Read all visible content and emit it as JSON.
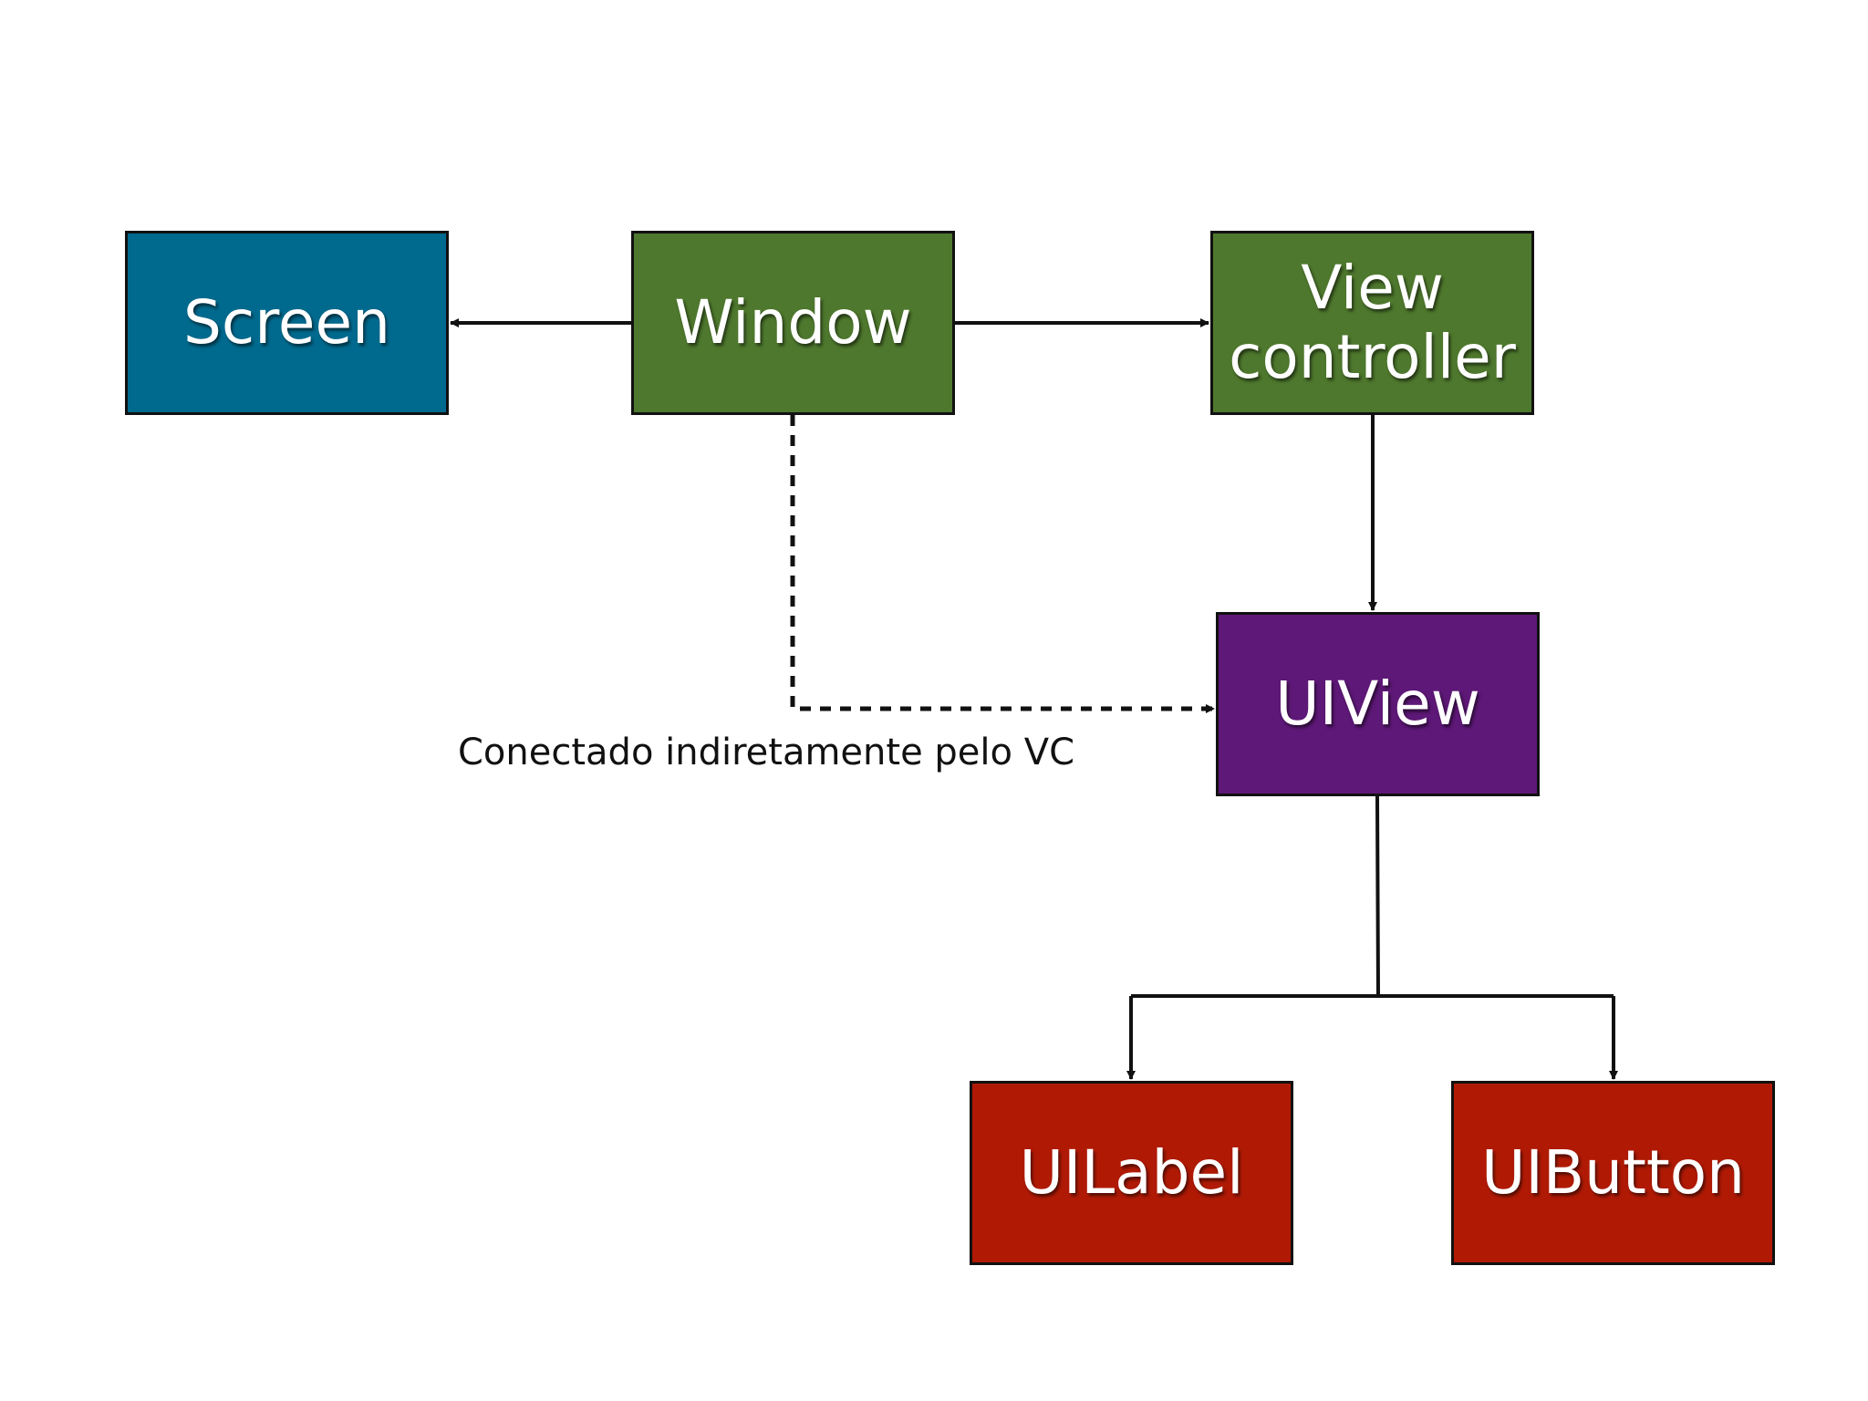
{
  "diagram": {
    "nodes": [
      {
        "id": "screen",
        "label": "Screen",
        "color": "#006a8e"
      },
      {
        "id": "window",
        "label": "Window",
        "color": "#4e782d"
      },
      {
        "id": "view_controller",
        "label": "View controller",
        "color": "#4e782d"
      },
      {
        "id": "uiview",
        "label": "UIView",
        "color": "#5e1877"
      },
      {
        "id": "uilabel",
        "label": "UILabel",
        "color": "#b01a05"
      },
      {
        "id": "uibutton",
        "label": "UIButton",
        "color": "#b01a05"
      }
    ],
    "edges": [
      {
        "from": "window",
        "to": "screen",
        "style": "solid"
      },
      {
        "from": "window",
        "to": "view_controller",
        "style": "solid"
      },
      {
        "from": "view_controller",
        "to": "uiview",
        "style": "solid"
      },
      {
        "from": "window",
        "to": "uiview",
        "style": "dashed",
        "label": "Conectado indiretamente pelo VC"
      },
      {
        "from": "uiview",
        "to": "uilabel",
        "style": "solid"
      },
      {
        "from": "uiview",
        "to": "uibutton",
        "style": "solid"
      }
    ]
  }
}
